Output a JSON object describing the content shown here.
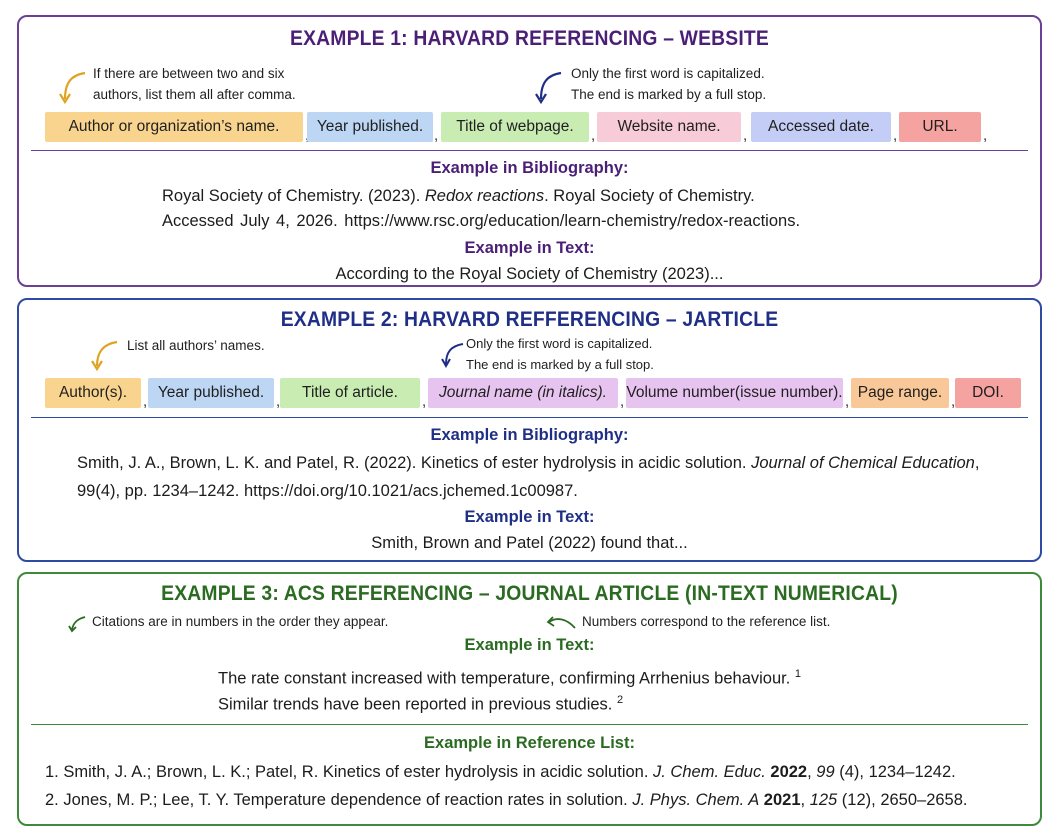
{
  "ex1": {
    "title": "EXAMPLE 1: HARVARD REFERENCING – WEBSITE",
    "note_left": [
      "If there are between two and six",
      "authors, list them all after comma."
    ],
    "note_right": [
      "Only the first word is capitalized.",
      "The end is marked by a full stop."
    ],
    "chips": [
      "Author or organization’s name.",
      "Year published.",
      "Title of webpage.",
      "Website name.",
      "Accessed date.",
      "URL."
    ],
    "comma": ",",
    "bib_heading": "Example in Bibliography:",
    "bib_line1_a": "Royal Society of Chemistry. (2023). ",
    "bib_line1_b": "Redox reactions",
    "bib_line1_c": ". Royal Society of Chemistry.",
    "bib_line2": "Accessed July 4, 2026. https://www.rsc.org/education/learn-chemistry/redox-reactions.",
    "text_heading": "Example in Text:",
    "text_line": "According to the Royal Society of Chemistry (2023)..."
  },
  "ex2": {
    "title": "EXAMPLE 2: HARVARD REFFERENCING – JARTICLE",
    "note_left": "List all authors’ names.",
    "note_right": [
      "Only the first word is capitalized.",
      "The end is marked by a full stop."
    ],
    "chips": [
      "Author(s).",
      "Year published.",
      "Title of article.",
      "Journal name (in italics).",
      "Volume number(issue number).",
      "Page range.",
      "DOI."
    ],
    "comma": ",",
    "bib_heading": "Example in Bibliography:",
    "bib_line1_a": "Smith, J. A., Brown, L. K. and Patel, R. (2022). Kinetics of ester hydrolysis in acidic solution. ",
    "bib_line1_b": "Journal of Chemical Education",
    "bib_line1_c": ",",
    "bib_line2": "99(4), pp. 1234–1242. https://doi.org/10.1021/acs.jchemed.1c00987.",
    "text_heading": "Example in Text:",
    "text_line": "Smith, Brown and Patel (2022) found that..."
  },
  "ex3": {
    "title": "EXAMPLE 3: ACS REFERENCING – JOURNAL ARTICLE (IN-TEXT NUMERICAL)",
    "note_left": "Citations are in numbers in the order they appear.",
    "note_right": "Numbers correspond to the reference list.",
    "text_heading": "Example in Text:",
    "text_line1": "The rate constant increased with temperature, confirming Arrhenius behaviour.",
    "text_sup1": "1",
    "text_line2": "Similar trends have been reported in previous studies.",
    "text_sup2": "2",
    "ref_heading": "Example in Reference List:",
    "ref1_a": "1. Smith, J. A.;  Brown, L. K.;  Patel, R. Kinetics of ester hydrolysis in acidic solution. ",
    "ref1_journal": "J. Chem. Educ.",
    "ref1_year": "2022",
    "ref1_vol": "99",
    "ref1_rest": " (4), 1234–1242.",
    "ref2_a": "2. Jones, M. P.;  Lee, T. Y. Temperature dependence of reaction rates in solution. ",
    "ref2_journal": "J. Phys. Chem. A",
    "ref2_year": "2021",
    "ref2_vol": "125",
    "ref2_rest": " (12), 2650–2658."
  },
  "colors": {
    "ex1_border": "#6a3f95",
    "ex2_border": "#2f4aa3",
    "ex3_border": "#3c8a3a",
    "arrow_gold": "#e0a321",
    "arrow_navy": "#1f2f86",
    "arrow_green": "#2a6b21"
  }
}
